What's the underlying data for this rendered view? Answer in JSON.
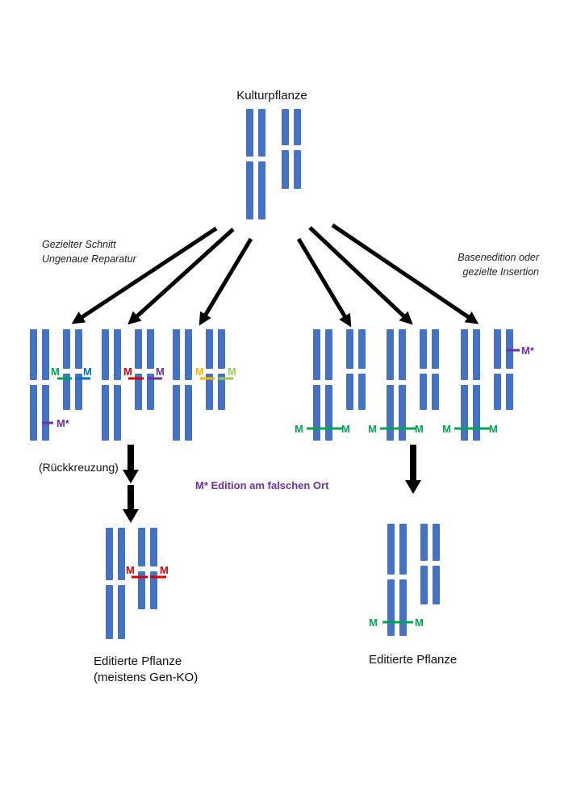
{
  "title": "Kulturpflanze",
  "left_annotation": {
    "line1": "Gezielter Schnitt",
    "line2": "Ungenaue Reparatur"
  },
  "right_annotation": {
    "line1": "Basenedition oder",
    "line2": "gezielte Insertion"
  },
  "backcross_label": "(Rückkreuzung)",
  "offtarget_note": "M* Edition am falschen Ort",
  "result_left": {
    "line1": "Editierte Pflanze",
    "line2": "(meistens Gen-KO)"
  },
  "result_right": {
    "line1": "Editierte Pflanze"
  },
  "marker_letter": "M",
  "offtarget_marker": "M*",
  "colors": {
    "chromosome": "#4472C4",
    "arrow": "#000000",
    "mark_green": "#00A651",
    "mark_blue": "#0070C0",
    "mark_red": "#E00000",
    "mark_purple": "#7030A0",
    "mark_yellow": "#F5B800",
    "mark_lightgreen": "#92D050",
    "text": "#111111"
  },
  "icons": {
    "arrow": "down-arrow",
    "chromosome": "chromosome-shape"
  }
}
